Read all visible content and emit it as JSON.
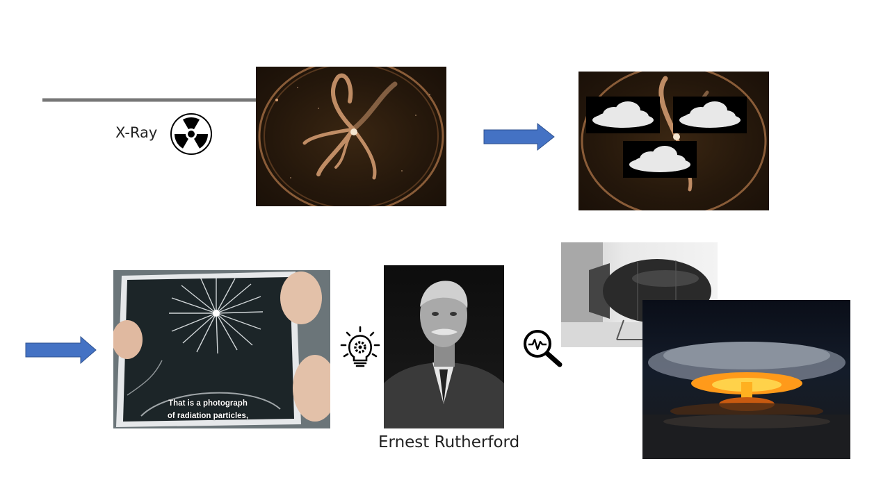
{
  "slide": {
    "xray_label": "X-Ray",
    "photo_caption_line1": "That is a photograph",
    "photo_caption_line2": "of radiation particles,",
    "scientist_name": "Ernest Rutherford"
  },
  "icons": {
    "radiation": "radiation-icon",
    "idea": "lightbulb-gear-icon",
    "analysis": "magnifier-pulse-icon",
    "arrow": "right-arrow-icon"
  },
  "colors": {
    "arrow_blue": "#4472c4",
    "ray_gray": "#767676",
    "chamber_bg": "#2a1b0e",
    "track_orange": "#d9a074"
  }
}
